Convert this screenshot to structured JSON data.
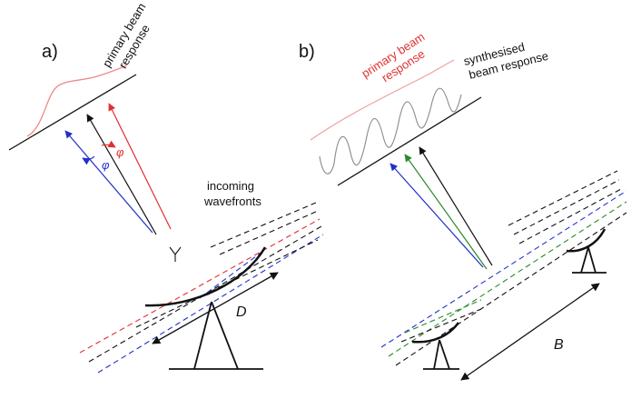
{
  "panel_a": {
    "label": "a)",
    "primary_beam_line1": "primary beam",
    "primary_beam_line2": "response",
    "phi_blue": "φ",
    "phi_red": "φ",
    "wavefronts_line1": "incoming",
    "wavefronts_line2": "wavefronts",
    "dish_size": "D"
  },
  "panel_b": {
    "label": "b)",
    "primary_beam_line1": "primary beam",
    "primary_beam_line2": "response",
    "synth_line1": "synthesised",
    "synth_line2": "beam response",
    "baseline": "B"
  },
  "colors": {
    "red": "#e03030",
    "blue": "#2030c8",
    "green": "#2a8a2a",
    "black": "#111111",
    "gray": "#8a8a8a"
  }
}
